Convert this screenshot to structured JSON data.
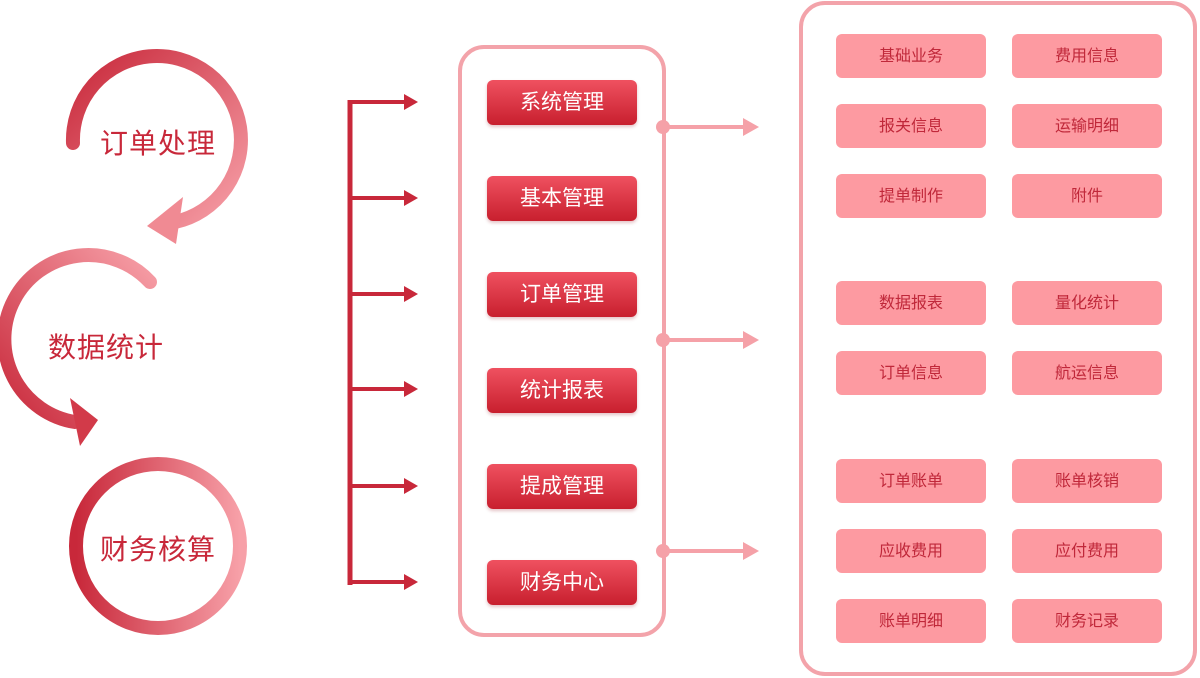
{
  "cycle": [
    {
      "label": "订单处理"
    },
    {
      "label": "数据统计"
    },
    {
      "label": "财务核算"
    }
  ],
  "modules": [
    {
      "label": "系统管理"
    },
    {
      "label": "基本管理"
    },
    {
      "label": "订单管理"
    },
    {
      "label": "统计报表"
    },
    {
      "label": "提成管理"
    },
    {
      "label": "财务中心"
    }
  ],
  "features": [
    {
      "label": "基础业务"
    },
    {
      "label": "费用信息"
    },
    {
      "label": "报关信息"
    },
    {
      "label": "运输明细"
    },
    {
      "label": "提单制作"
    },
    {
      "label": "附件"
    },
    {
      "label": "数据报表"
    },
    {
      "label": "量化统计"
    },
    {
      "label": "订单信息"
    },
    {
      "label": "航运信息"
    },
    {
      "label": "订单账单"
    },
    {
      "label": "账单核销"
    },
    {
      "label": "应收费用"
    },
    {
      "label": "应付费用"
    },
    {
      "label": "账单明细"
    },
    {
      "label": "财务记录"
    }
  ],
  "colors": {
    "accent_dark": "#c8283a",
    "accent_light": "#f7a0a8",
    "module_fill_top": "#ef5160",
    "module_fill_bottom": "#c81f2e",
    "feature_fill": "#fd9aa1",
    "panel_border": "#f3a3aa"
  }
}
